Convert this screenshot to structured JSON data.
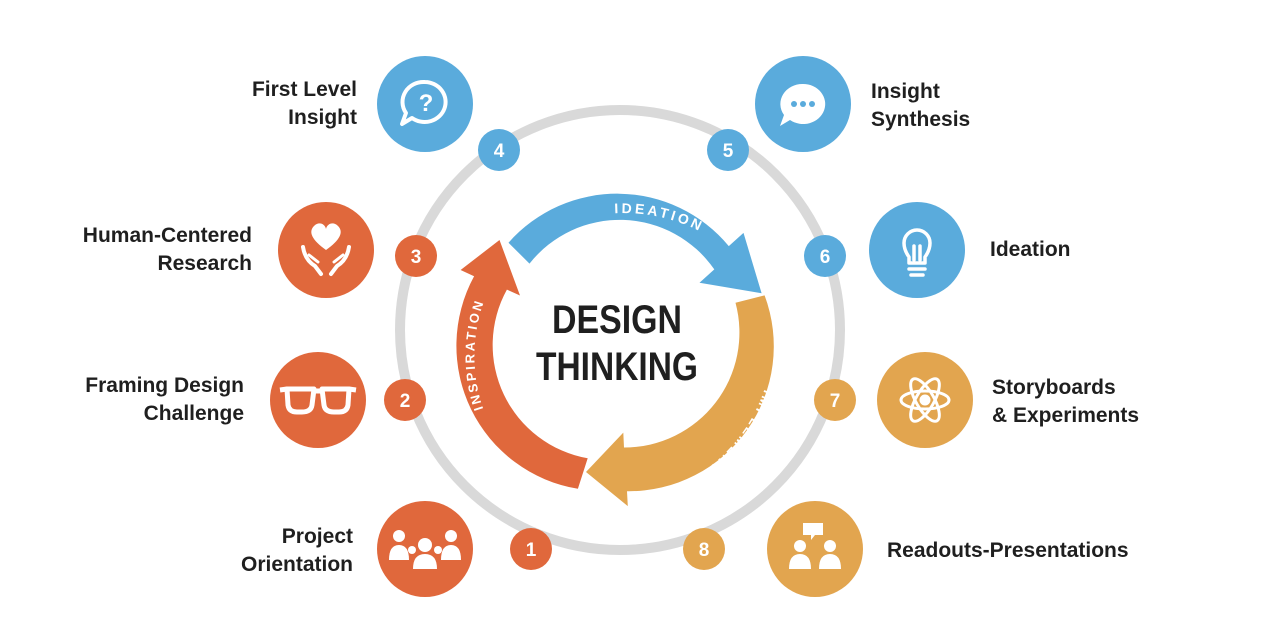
{
  "center": {
    "line1": "DESIGN",
    "line2": "THINKING"
  },
  "arrows": {
    "ideation": "IDEATION",
    "implementation": "IMPLEMENTATION",
    "inspiration": "INSPIRATION"
  },
  "colors": {
    "blue": "#5aabdc",
    "orange": "#e0683c",
    "gold": "#e2a54f",
    "ring": "#d9d9d9"
  },
  "steps": [
    {
      "num": "1",
      "line1": "Project",
      "line2": "Orientation",
      "icon": "people-group-icon",
      "color": "orange"
    },
    {
      "num": "2",
      "line1": "Framing Design",
      "line2": "Challenge",
      "icon": "glasses-icon",
      "color": "orange"
    },
    {
      "num": "3",
      "line1": "Human-Centered",
      "line2": "Research",
      "icon": "heart-hands-icon",
      "color": "orange"
    },
    {
      "num": "4",
      "line1": "First Level",
      "line2": "Insight",
      "icon": "question-bubble-icon",
      "color": "blue"
    },
    {
      "num": "5",
      "line1": "Insight",
      "line2": "Synthesis",
      "icon": "chat-dots-icon",
      "color": "blue"
    },
    {
      "num": "6",
      "line1": "Ideation",
      "line2": "",
      "icon": "lightbulb-icon",
      "color": "blue"
    },
    {
      "num": "7",
      "line1": "Storyboards",
      "line2": "& Experiments",
      "icon": "atom-icon",
      "color": "gold"
    },
    {
      "num": "8",
      "line1": "Readouts-Presentations",
      "line2": "",
      "icon": "presentation-icon",
      "color": "gold"
    }
  ]
}
